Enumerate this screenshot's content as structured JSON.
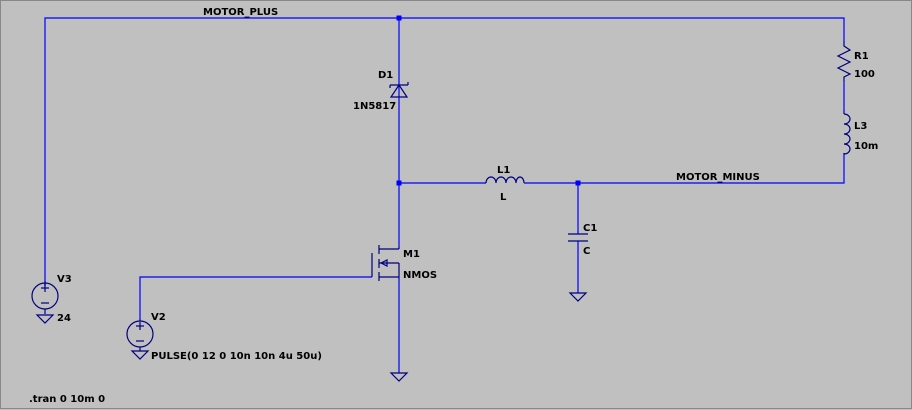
{
  "nets": {
    "motor_plus": "MOTOR_PLUS",
    "motor_minus": "MOTOR_MINUS"
  },
  "components": {
    "d1": {
      "ref": "D1",
      "value": "1N5817"
    },
    "r1": {
      "ref": "R1",
      "value": "100"
    },
    "l3": {
      "ref": "L3",
      "value": "10m"
    },
    "l1": {
      "ref": "L1",
      "value": "L"
    },
    "c1": {
      "ref": "C1",
      "value": "C"
    },
    "m1": {
      "ref": "M1",
      "value": "NMOS"
    },
    "v3": {
      "ref": "V3",
      "value": "24"
    },
    "v2": {
      "ref": "V2",
      "value": "PULSE(0 12 0 10n 10n 4u 50u)"
    }
  },
  "directive": ".tran 0 10m 0",
  "colors": {
    "background": "#c0c0c0",
    "wire": "#0000ff",
    "symbol": "#000080",
    "text": "#000000"
  }
}
